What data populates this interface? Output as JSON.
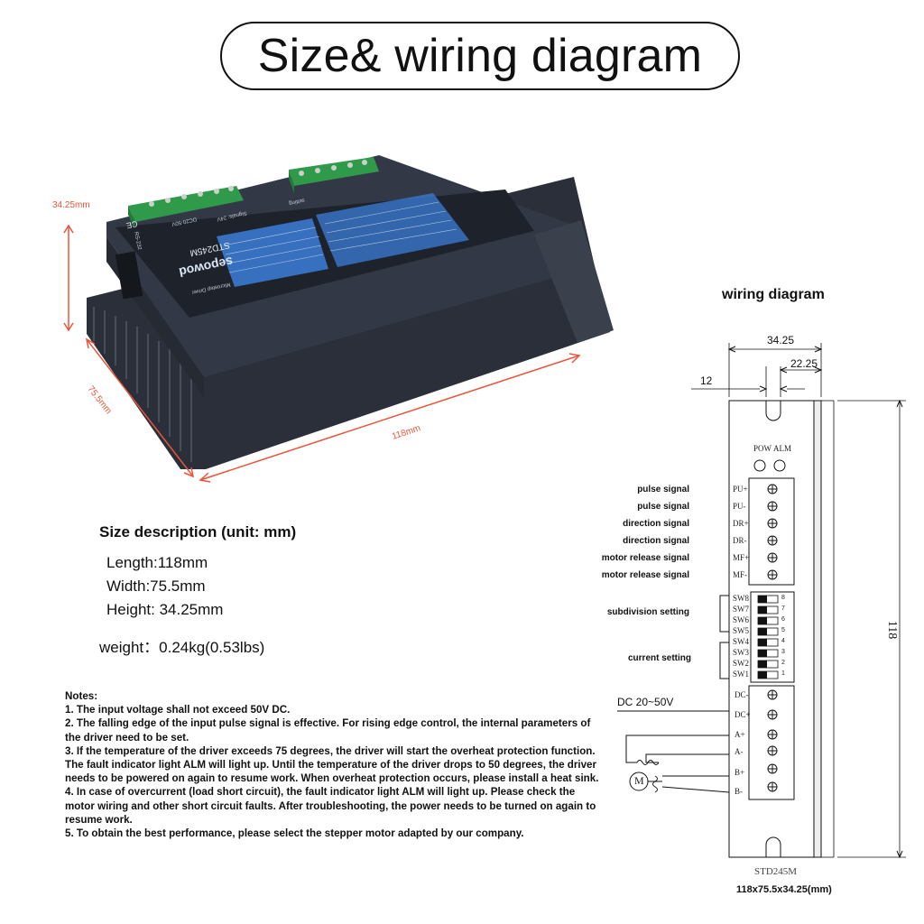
{
  "title": "Size& wiring diagram",
  "photo": {
    "dim_height": "34.25mm",
    "dim_width": "75.5mm",
    "dim_length": "118mm",
    "label_brand": "sepowod",
    "label_model": "STD245M",
    "label_sub": "Microstep Driver",
    "label_dc": "DC20-50V",
    "label_setting": "setting",
    "label_signal": "Signals: 24V",
    "label_port": "RS-232",
    "label_ce": "CE",
    "colors": {
      "body": "#2e3440",
      "terminal": "#2f9a4a",
      "label_blue": "#3b7ed8"
    }
  },
  "size": {
    "heading": "Size description (unit: mm)",
    "length": "Length:118mm",
    "width": "Width:75.5mm",
    "height": "Height: 34.25mm",
    "weight": "weight：0.24kg(0.53lbs)"
  },
  "notes": {
    "heading": "Notes:",
    "items": [
      "1. The input voltage shall not exceed 50V DC.",
      "2. The falling edge of the input pulse signal is effective. For rising edge control, the internal parameters of the driver need to be set.",
      "3. If the temperature of the driver exceeds 75 degrees, the driver will start the overheat protection function. The fault indicator light ALM will light up. Until the temperature of the driver drops to 50 degrees, the driver needs to be powered on again to resume work. When overheat protection occurs, please install a heat sink.",
      "4. In case of overcurrent (load short circuit), the fault indicator light ALM will light up. Please check the motor wiring and other short circuit faults. After troubleshooting, the power needs to be turned on again to resume work.",
      "5. To obtain the best performance, please select the stepper motor adapted by our company."
    ]
  },
  "wiring": {
    "title": "wiring diagram",
    "dim_top": "34.25",
    "dim_inner": "22.25",
    "dim_left": "12",
    "dim_height": "118",
    "led_pow": "POW",
    "led_alm": "ALM",
    "signal_labels": [
      "pulse signal",
      "pulse signal",
      "direction signal",
      "direction signal",
      "motor release signal",
      "motor release signal"
    ],
    "signal_pins": [
      "PU+",
      "PU-",
      "DR+",
      "DR-",
      "MF+",
      "MF-"
    ],
    "switch_pins": [
      "SW8",
      "SW7",
      "SW6",
      "SW5",
      "SW4",
      "SW3",
      "SW2",
      "SW1"
    ],
    "switch_numbers": [
      "8",
      "7",
      "6",
      "5",
      "4",
      "3",
      "2",
      "1"
    ],
    "subdivision_label": "subdivision setting",
    "current_label": "current setting",
    "power_pins": [
      "DC-",
      "DC+",
      "A+",
      "A-",
      "B+",
      "B-"
    ],
    "dc_label": "DC 20~50V",
    "motor_symbol": "M",
    "model": "STD245M",
    "caption": "118x75.5x34.25(mm)"
  }
}
